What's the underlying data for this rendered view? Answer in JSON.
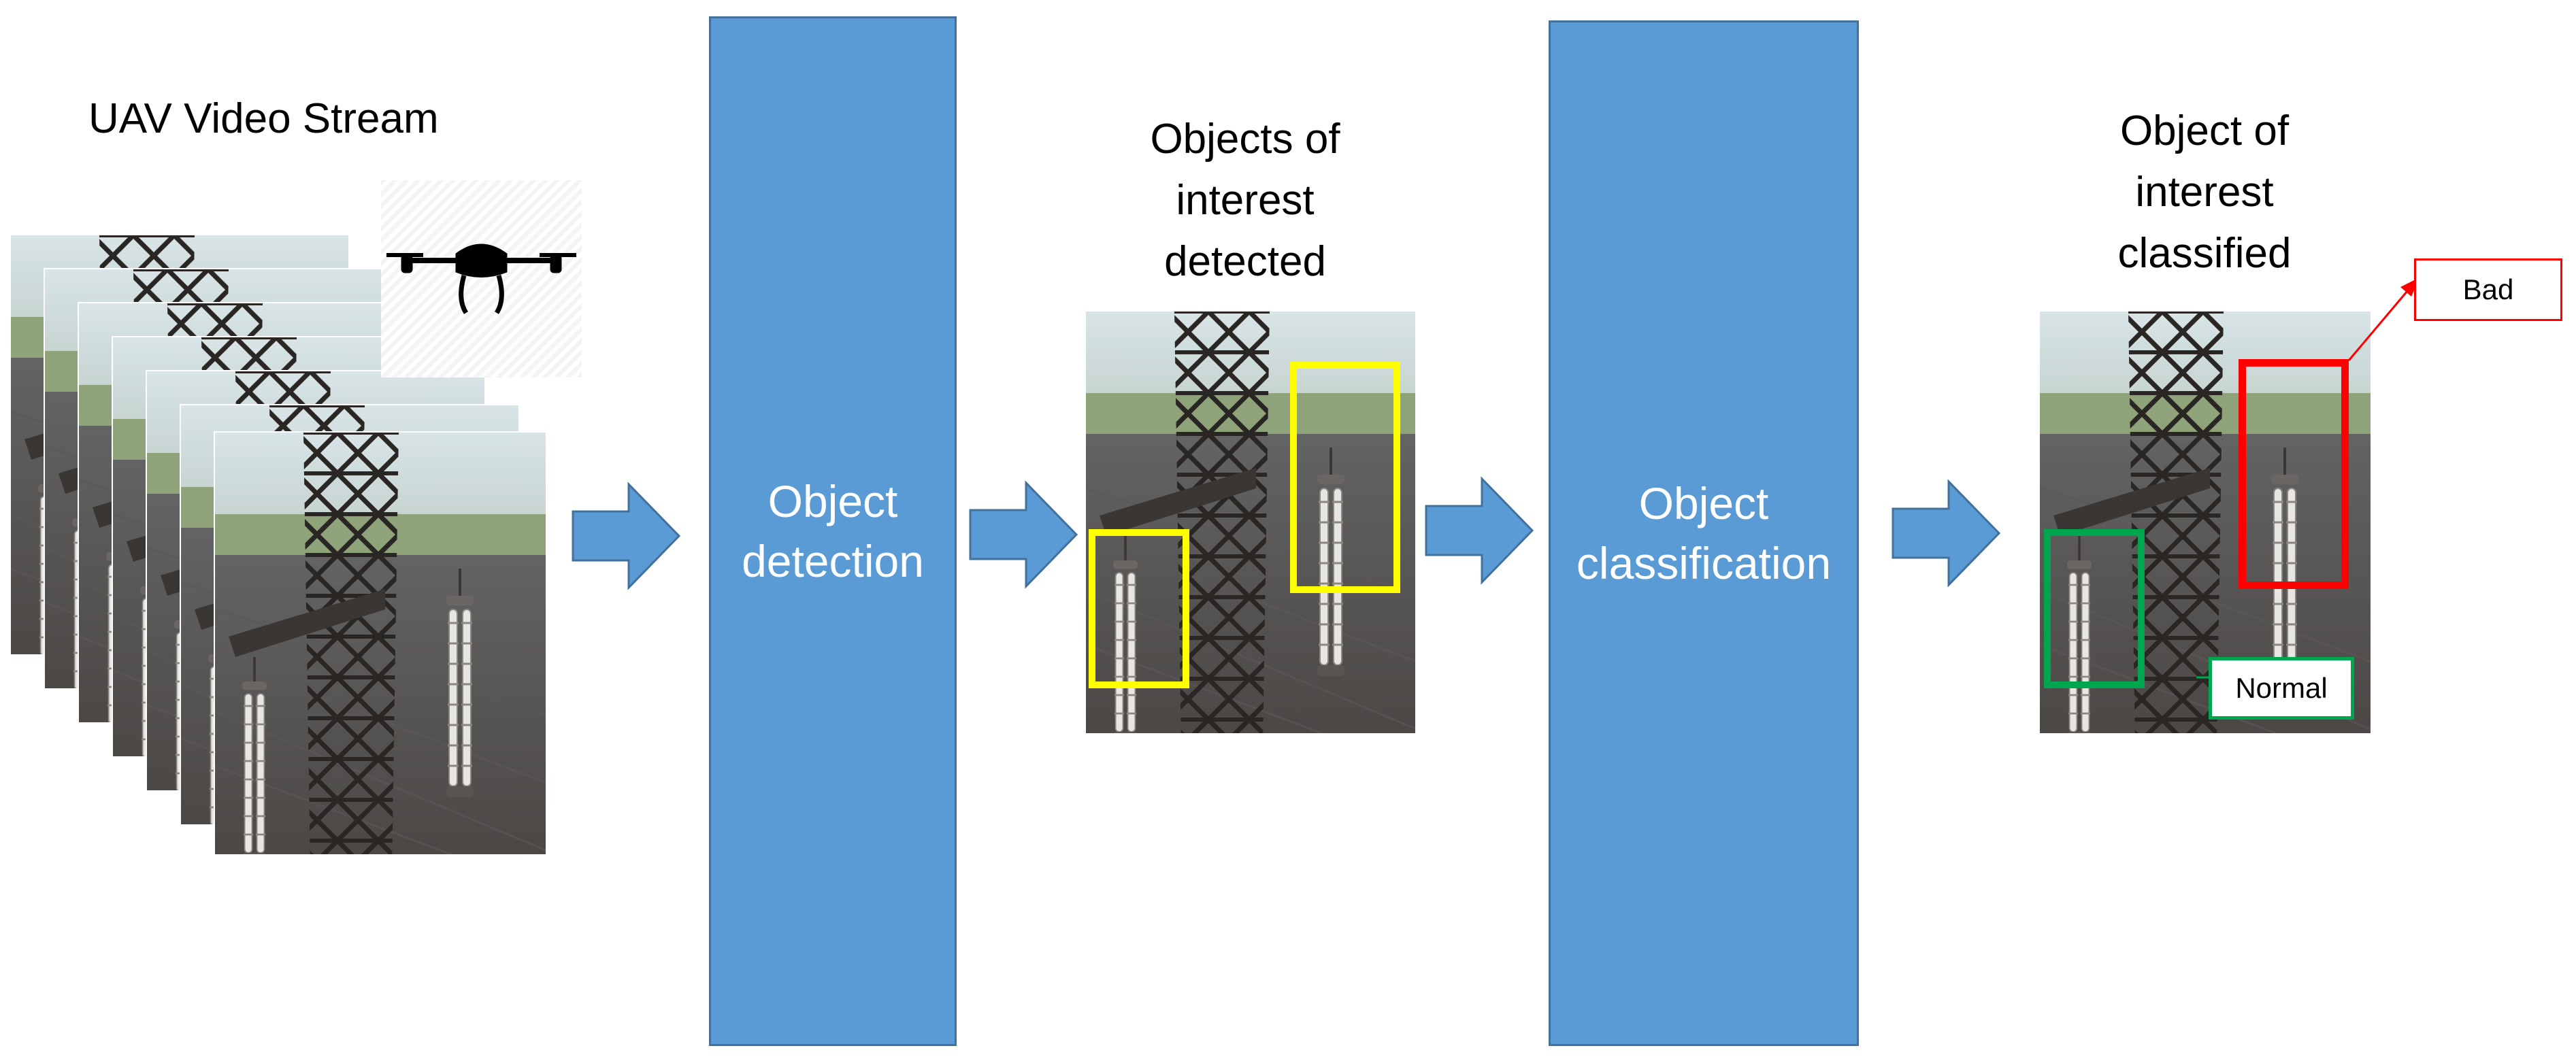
{
  "diagram": {
    "input_title": "UAV Video Stream",
    "detected_title": [
      "Objects of",
      "interest",
      "detected"
    ],
    "classified_title": [
      "Object of",
      "interest",
      "classified"
    ],
    "stage_detection": [
      "Object",
      "detection"
    ],
    "stage_classification": [
      "Object",
      "classification"
    ],
    "label_bad": "Bad",
    "label_normal": "Normal"
  },
  "colors": {
    "stage_fill": "#5b9bd5",
    "stage_border": "#41719c",
    "arrow": "#5b9bd5",
    "detect_box": "#ffff00",
    "bad": "#ff0000",
    "normal": "#00a550"
  },
  "icons": {
    "drone": "drone-icon",
    "flow": "right-arrow-icon"
  }
}
